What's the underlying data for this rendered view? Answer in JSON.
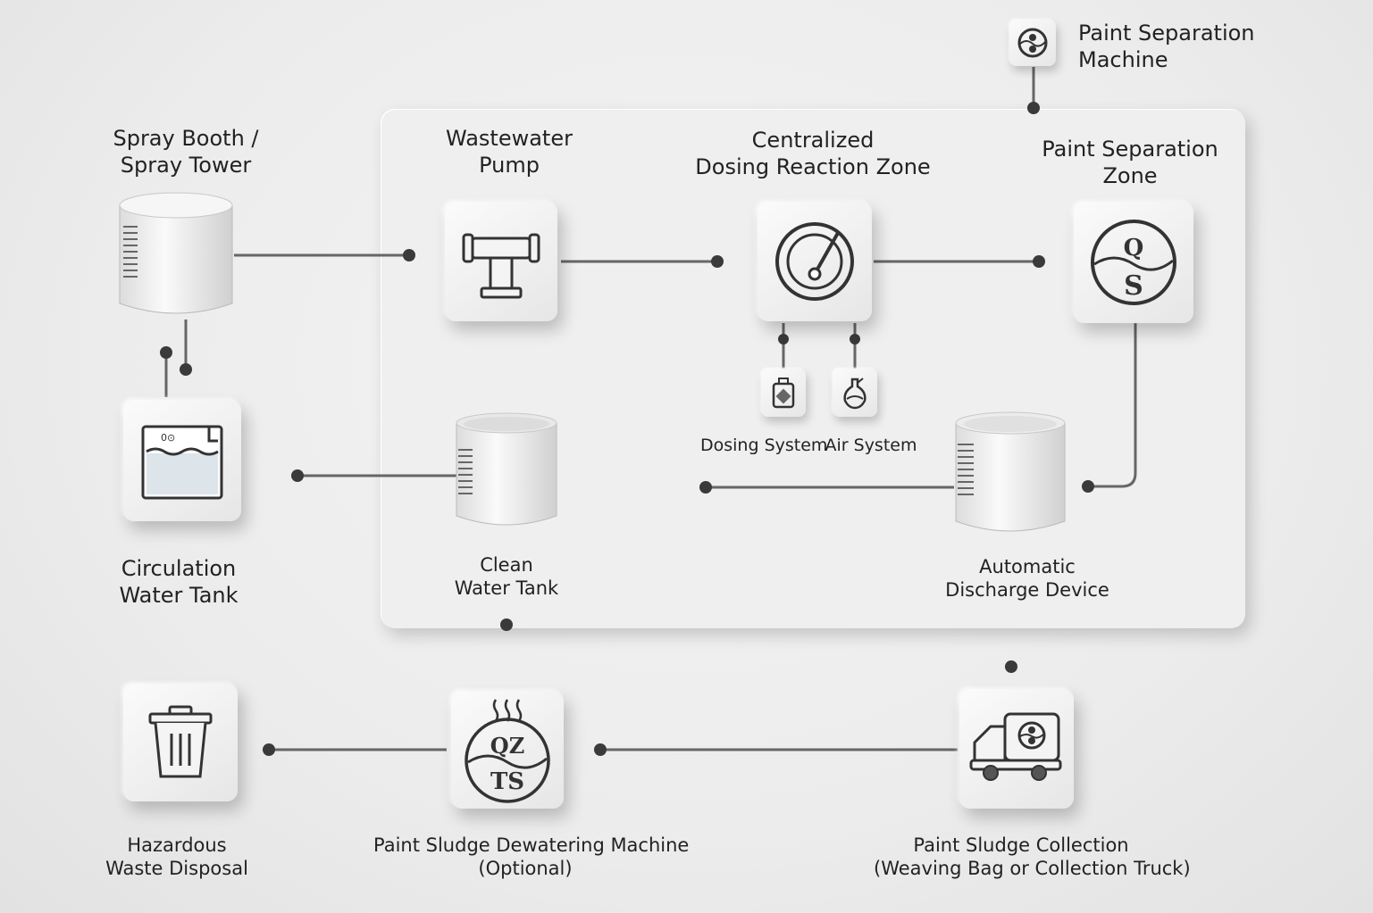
{
  "nodes": {
    "paint_separation_machine": "Paint Separation\nMachine",
    "spray_booth": "Spray Booth /\nSpray Tower",
    "wastewater_pump": "Wastewater\nPump",
    "dosing_reaction_zone": "Centralized\nDosing Reaction Zone",
    "paint_separation_zone": "Paint Separation\nZone",
    "circulation_water_tank": "Circulation\nWater Tank",
    "clean_water_tank": "Clean\nWater Tank",
    "dosing_system": "Dosing System",
    "air_system": "Air System",
    "automatic_discharge_device": "Automatic\nDischarge Device",
    "hazardous_waste_disposal": "Hazardous\nWaste Disposal",
    "sludge_dewatering_machine": "Paint Sludge Dewatering Machine\n(Optional)",
    "sludge_collection": "Paint Sludge Collection\n(Weaving Bag or Collection Truck)"
  },
  "icons": {
    "separation_top": "Q",
    "separation_bottom": "S",
    "dewatering_top": "QZ",
    "dewatering_bottom": "TS"
  },
  "colors": {
    "line": "#555555",
    "dot": "#3a3a3a",
    "icon_stroke": "#333333"
  }
}
